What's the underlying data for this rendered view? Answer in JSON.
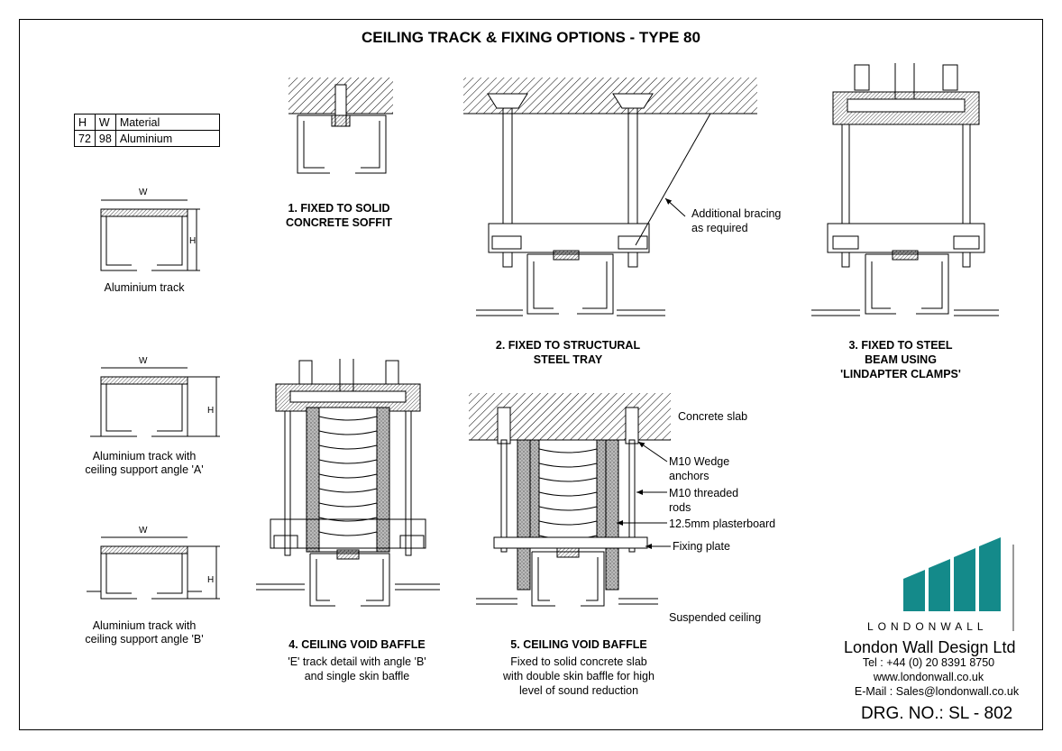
{
  "title": "CEILING TRACK & FIXING OPTIONS - TYPE 80",
  "spec_table": {
    "headers": [
      "H",
      "W",
      "Material"
    ],
    "row": [
      "72",
      "98",
      "Aluminium"
    ]
  },
  "dimension_letters": {
    "w": "W",
    "h": "H"
  },
  "profiles": [
    {
      "caption_1": "Aluminium track"
    },
    {
      "caption_1": "Aluminium track with",
      "caption_2": "ceiling support angle 'A'"
    },
    {
      "caption_1": "Aluminium track with",
      "caption_2": "ceiling support angle 'B'"
    }
  ],
  "details": [
    {
      "line_1": "1. FIXED TO SOLID",
      "line_2": "CONCRETE SOFFIT"
    },
    {
      "line_1": "2. FIXED TO STRUCTURAL",
      "line_2": "STEEL TRAY"
    },
    {
      "line_1": "3. FIXED TO STEEL",
      "line_2": "BEAM USING",
      "line_3": "'LINDAPTER CLAMPS'"
    },
    {
      "line_1": "4. CEILING VOID BAFFLE",
      "line_2": "'E' track detail with angle 'B'",
      "line_3": "and single skin baffle"
    },
    {
      "line_1": "5. CEILING VOID BAFFLE",
      "line_2": "Fixed to solid concrete slab",
      "line_3": "with double skin baffle for high",
      "line_4": "level of sound reduction"
    }
  ],
  "callouts": {
    "bracing_1": "Additional bracing",
    "bracing_2": "as required",
    "concrete_slab": "Concrete slab",
    "wedge_1": "M10 Wedge",
    "wedge_2": "anchors",
    "rods_1": "M10 threaded",
    "rods_2": "rods",
    "plasterboard": "12.5mm plasterboard",
    "fixing_plate": "Fixing plate",
    "suspended_ceiling": "Suspended ceiling"
  },
  "company": {
    "logo_text": "LONDONWALL",
    "name": "London Wall Design Ltd",
    "tel": "Tel : +44 (0) 20 8391 8750",
    "web": "www.londonwall.co.uk",
    "email": "E-Mail : Sales@londonwall.co.uk",
    "drawing_no": "DRG. NO.: SL - 802",
    "brand_color": "#148a8a"
  }
}
